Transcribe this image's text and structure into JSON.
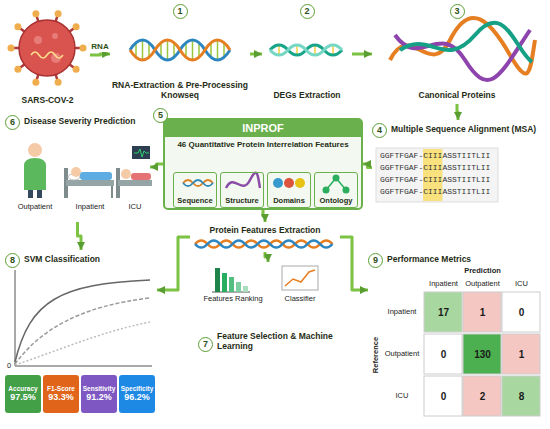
{
  "diagram": {
    "nodes": [
      {
        "text": [
          "SARS-COV-2"
        ]
      },
      {
        "text": [
          "1",
          "RNA-Extraction & Pre-Processing Knowseq"
        ]
      },
      {
        "text": [
          "2",
          "DEGs Extraction"
        ]
      },
      {
        "text": [
          "3",
          "Canonical Proteins"
        ]
      },
      {
        "text": [
          "4",
          "Multiple Sequence Alignment (MSA)"
        ]
      },
      {
        "text": [
          "5",
          "INPROF",
          "46 Quantitative Protein Interrelation Features"
        ]
      },
      {
        "text": [
          "Sequence"
        ],
        "in": 5
      },
      {
        "text": [
          "Structure"
        ],
        "in": 5
      },
      {
        "text": [
          "Domains"
        ],
        "in": 5
      },
      {
        "text": [
          "Ontology"
        ],
        "in": 5
      },
      {
        "text": [
          "6",
          "Disease Severity Prediction"
        ]
      },
      {
        "text": [
          "Protein Features Extraction"
        ]
      },
      {
        "text": [
          "7",
          "Feature Selection & Machine Learning"
        ]
      },
      {
        "text": [
          "8",
          "SVM Classification"
        ]
      },
      {
        "text": [
          "Accuracy",
          "97.5%"
        ],
        "in": 13
      },
      {
        "text": [
          "F1-Score",
          "93.3%"
        ],
        "in": 13
      },
      {
        "text": [
          "Sensitivity",
          "91.2%"
        ],
        "in": 13
      },
      {
        "text": [
          "Specificity",
          "96.2%"
        ],
        "in": 13
      },
      {
        "text": [
          "9",
          "Performance Metrics"
        ]
      }
    ],
    "edges": [
      {
        "from": 0,
        "to": 1,
        "arrow": "to",
        "label": "RNA"
      },
      {
        "from": 1,
        "to": 2,
        "arrow": "to"
      },
      {
        "from": 2,
        "to": 3,
        "arrow": "to"
      },
      {
        "from": 3,
        "to": 4,
        "arrow": "to"
      },
      {
        "from": 4,
        "to": 5,
        "arrow": "to"
      },
      {
        "from": 5,
        "to": 10,
        "arrow": "to"
      },
      {
        "from": 5,
        "to": 11,
        "arrow": "to"
      },
      {
        "from": 10,
        "to": 13,
        "arrow": "to"
      },
      {
        "from": 11,
        "to": 13,
        "arrow": "to"
      },
      {
        "from": 11,
        "to": 12,
        "arrow": "to"
      },
      {
        "from": 11,
        "to": 18,
        "arrow": "to"
      }
    ],
    "labels": [
      "Outpatient",
      "Inpatient",
      "ICU",
      "GGFTFGAF-CIIIASSTIITLII",
      "GGFTFGAF-CIIIASSTIITLII",
      "GGFTFGAF-CIIIASSTIITLII",
      "GGFTFGAF-CIIIASSTIITLII",
      "Features Ranking",
      "Classifier",
      "0",
      "Prediction",
      "Inpatient",
      "Outpatient",
      "ICU",
      "Reference",
      "Inpatient",
      "Outpatient",
      "ICU",
      "17",
      "1",
      "0",
      "0",
      "130",
      "1",
      "0",
      "2",
      "8"
    ]
  }
}
